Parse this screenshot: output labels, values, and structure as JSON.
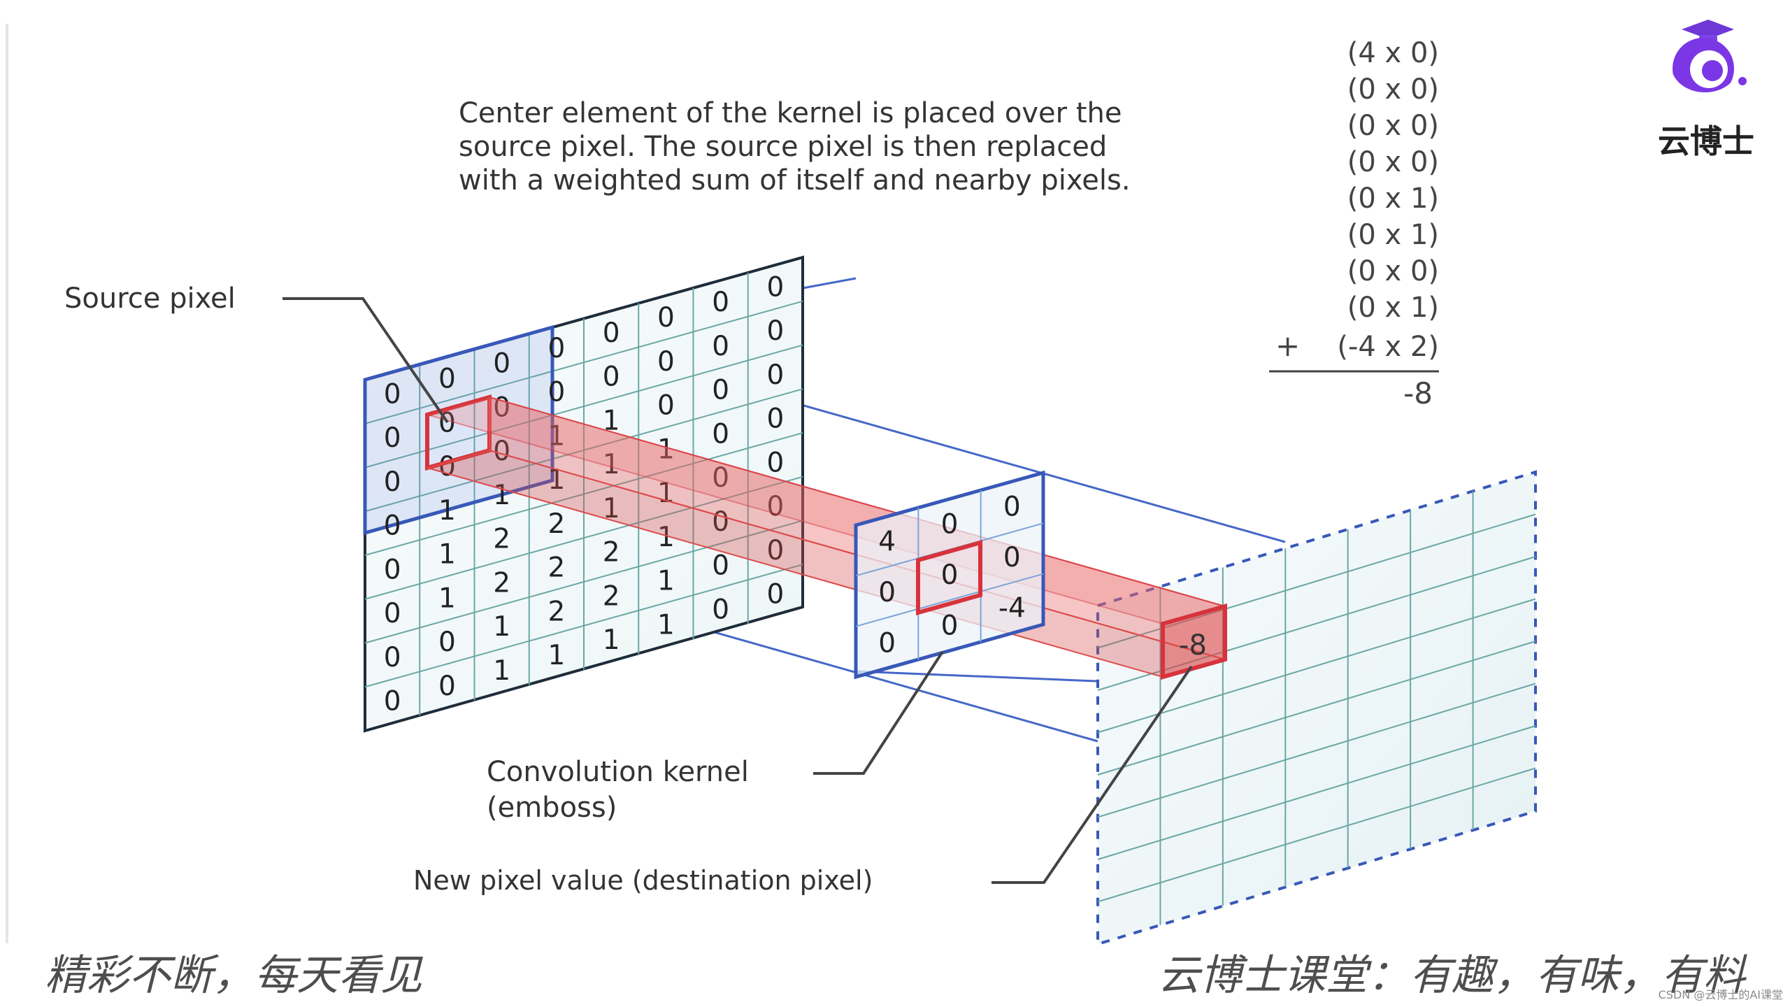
{
  "description": {
    "lines": [
      "Center element of the kernel is placed over the",
      "source pixel. The source pixel is then replaced",
      "with a weighted sum of itself and nearby pixels."
    ]
  },
  "labels": {
    "source_pixel": "Source pixel",
    "kernel_line1": "Convolution kernel",
    "kernel_line2": "(emboss)",
    "destination_pixel": "New pixel value (destination pixel)"
  },
  "source_grid": [
    [
      "0",
      "0",
      "0",
      "0",
      "0",
      "0",
      "0",
      "0"
    ],
    [
      "0",
      "0",
      "0",
      "0",
      "0",
      "0",
      "0",
      "0"
    ],
    [
      "0",
      "0",
      "0",
      "1",
      "1",
      "0",
      "0",
      "0"
    ],
    [
      "0",
      "1",
      "1",
      "1",
      "1",
      "1",
      "0",
      "0"
    ],
    [
      "0",
      "1",
      "2",
      "2",
      "1",
      "1",
      "0",
      "0"
    ],
    [
      "0",
      "1",
      "2",
      "2",
      "2",
      "1",
      "0",
      "0"
    ],
    [
      "0",
      "0",
      "1",
      "2",
      "2",
      "1",
      "0",
      "0"
    ],
    [
      "0",
      "0",
      "1",
      "1",
      "1",
      "1",
      "0",
      "0"
    ]
  ],
  "kernel": [
    [
      "4",
      "0",
      "0"
    ],
    [
      "0",
      "0",
      "0"
    ],
    [
      "0",
      "0",
      "-4"
    ]
  ],
  "calculation": {
    "terms": [
      "(4 x 0)",
      "(0 x 0)",
      "(0 x 0)",
      "(0 x 0)",
      "(0 x 1)",
      "(0 x 1)",
      "(0 x 0)",
      "(0 x 1)",
      "(-4 x 2)"
    ],
    "plus_sign": "+",
    "result": "-8"
  },
  "destination_value": "-8",
  "logo": {
    "text": "云博士"
  },
  "footer": {
    "left": "精彩不断，每天看见",
    "right": "云博士课堂：有趣，有味，有料"
  },
  "watermark": "CSDN @云博士的AI课堂",
  "colors": {
    "grid_line": "#6aa7a5",
    "source_frame": "#1f2c3a",
    "kernel_blue": "#3858b8",
    "highlight_red": "#d7333c",
    "beam_fill": "#ef8f8f",
    "callout_gray": "#555555",
    "logo_purple": "#6e38d7",
    "footer_gray": "#4e4e4e"
  }
}
